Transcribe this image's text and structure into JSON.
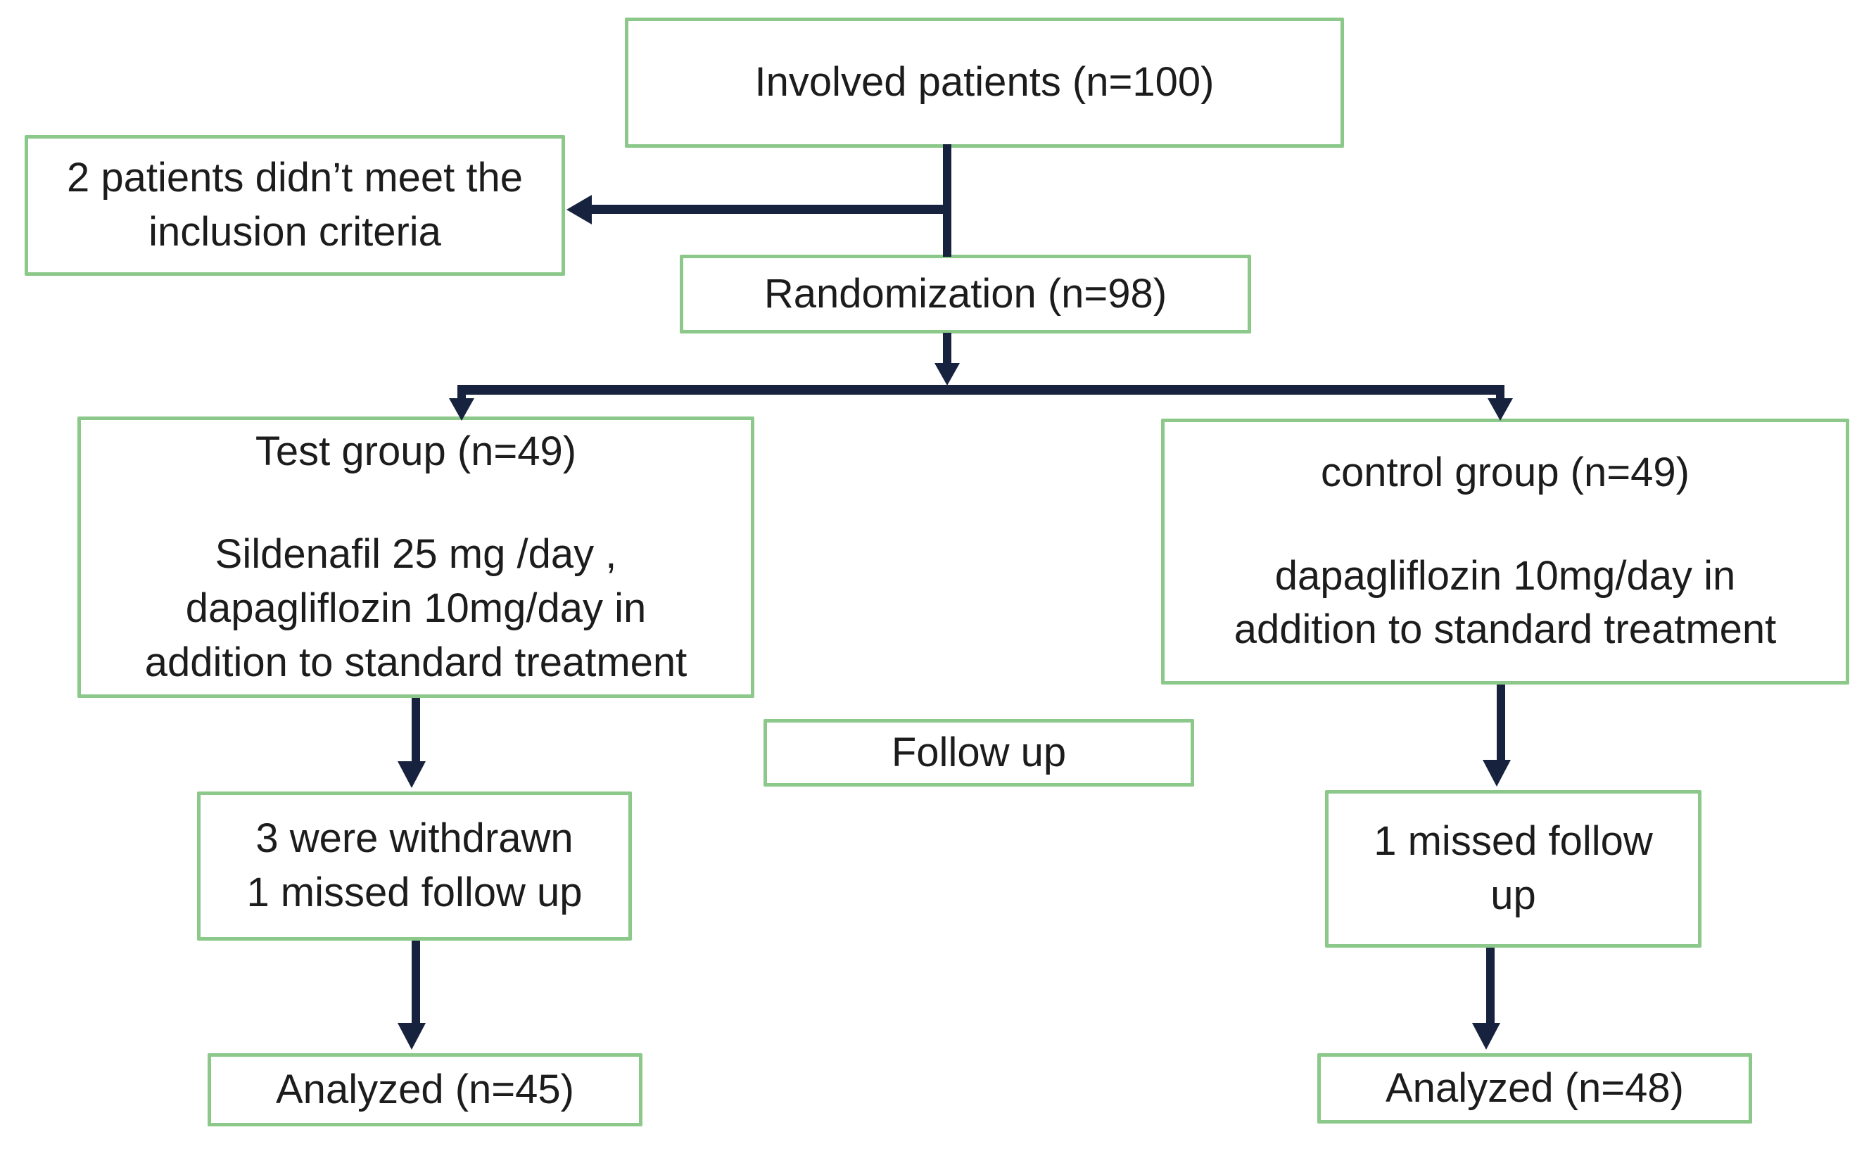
{
  "diagram": {
    "type": "consort-flowchart",
    "colors": {
      "box_border": "#8bc88a",
      "arrow": "#17233e",
      "text": "#1c1c1c",
      "background": "#ffffff"
    },
    "nodes": {
      "involved": {
        "label": "Involved patients (n=100)"
      },
      "excluded": {
        "lines": [
          "2 patients didn’t meet the",
          "inclusion criteria"
        ]
      },
      "randomization": {
        "label": "Randomization (n=98)"
      },
      "test_group": {
        "title": "Test group (n=49)",
        "lines": [
          "Sildenafil 25 mg /day ,",
          "dapagliflozin 10mg/day in",
          "addition to standard treatment"
        ]
      },
      "control_group": {
        "title": "control group (n=49)",
        "lines": [
          "dapagliflozin 10mg/day in",
          "addition to standard treatment"
        ]
      },
      "follow_up": {
        "label": "Follow up"
      },
      "test_attrition": {
        "lines": [
          "3 were withdrawn",
          "1 missed follow up"
        ]
      },
      "control_attrition": {
        "lines": [
          "1 missed follow",
          "up"
        ]
      },
      "test_analyzed": {
        "label": "Analyzed (n=45)"
      },
      "control_analyzed": {
        "label": "Analyzed (n=48)"
      }
    }
  }
}
